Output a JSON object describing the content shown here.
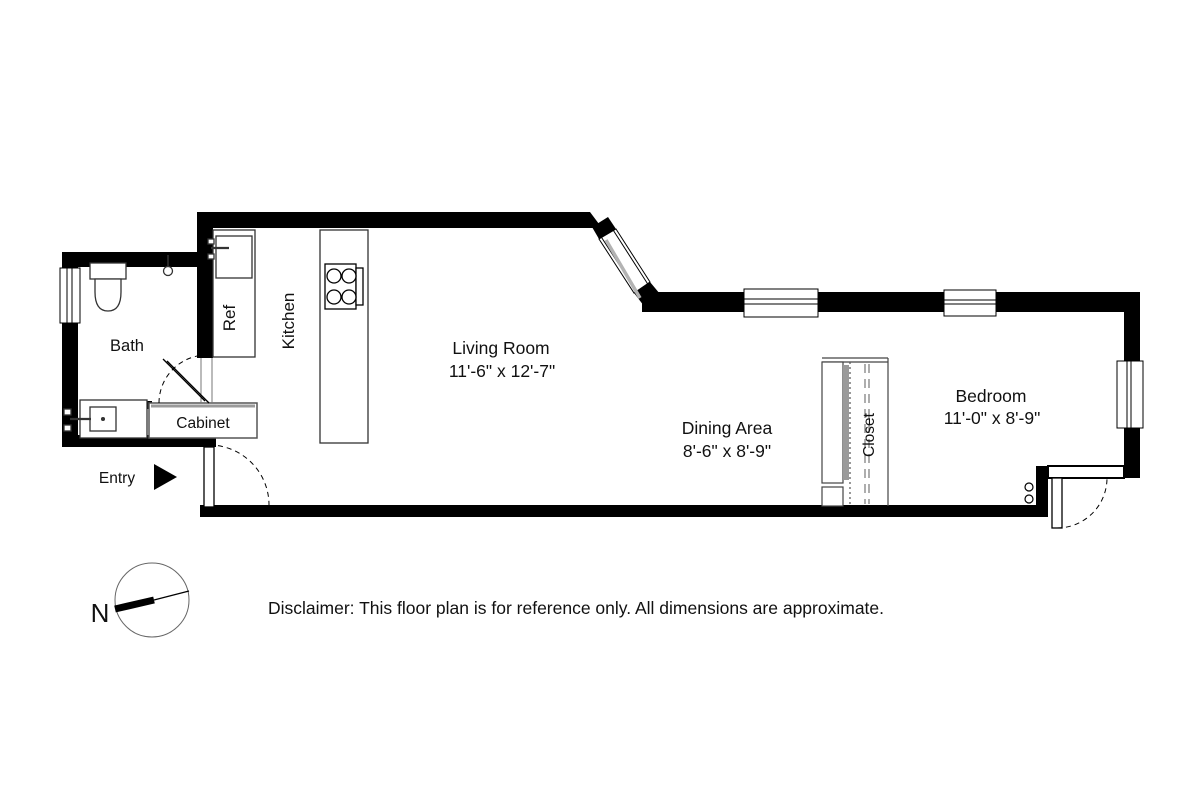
{
  "plan": {
    "rooms": {
      "bath": {
        "label": "Bath"
      },
      "ref": {
        "label": "Ref"
      },
      "kitchen": {
        "label": "Kitchen"
      },
      "cabinet": {
        "label": "Cabinet"
      },
      "living_room": {
        "label": "Living Room",
        "dimensions": "11'-6\" x 12'-7\""
      },
      "dining_area": {
        "label": "Dining Area",
        "dimensions": "8'-6\" x 8'-9\""
      },
      "closet": {
        "label": "Closet"
      },
      "bedroom": {
        "label": "Bedroom",
        "dimensions": "11'-0\" x 8'-9\""
      }
    },
    "entry": {
      "label": "Entry"
    },
    "compass": {
      "label": "N"
    },
    "disclaimer": "Disclaimer: This floor plan is for reference only. All dimensions are approximate.",
    "colors": {
      "wall": "#000000",
      "fixture_line": "#333333",
      "sash_gray": "#b3b3b3",
      "shade_gray": "#9a9a9a"
    }
  }
}
